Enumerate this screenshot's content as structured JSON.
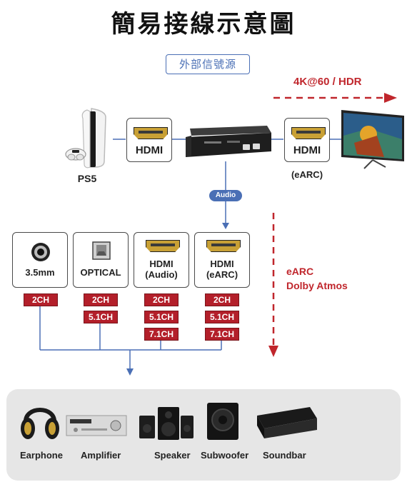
{
  "title": "簡易接線示意圖",
  "source_label": "外部信號源",
  "input": {
    "console_label": "PS5",
    "hdmi_label": "HDMI"
  },
  "output_display": {
    "hdmi_label": "HDMI",
    "earc_label": "(eARC)",
    "spec_label": "4K@60 / HDR"
  },
  "audio_pill": "Audio",
  "earc_note": {
    "line1": "eARC",
    "line2": "Dolby Atmos"
  },
  "outputs": [
    {
      "line1": "3.5mm",
      "line2": "",
      "badges": [
        "2CH"
      ]
    },
    {
      "line1": "OPTICAL",
      "line2": "",
      "badges": [
        "2CH",
        "5.1CH"
      ]
    },
    {
      "line1": "HDMI",
      "line2": "(Audio)",
      "badges": [
        "2CH",
        "5.1CH",
        "7.1CH"
      ]
    },
    {
      "line1": "HDMI",
      "line2": "(eARC)",
      "badges": [
        "2CH",
        "5.1CH",
        "7.1CH"
      ]
    }
  ],
  "devices": [
    "Earphone",
    "Amplifier",
    "Speaker",
    "Subwoofer",
    "Soundbar"
  ],
  "colors": {
    "accent_blue": "#4a6fb5",
    "accent_red": "#c0262c",
    "badge_red": "#b31f2a",
    "hdmi_gold": "#c8a035"
  }
}
